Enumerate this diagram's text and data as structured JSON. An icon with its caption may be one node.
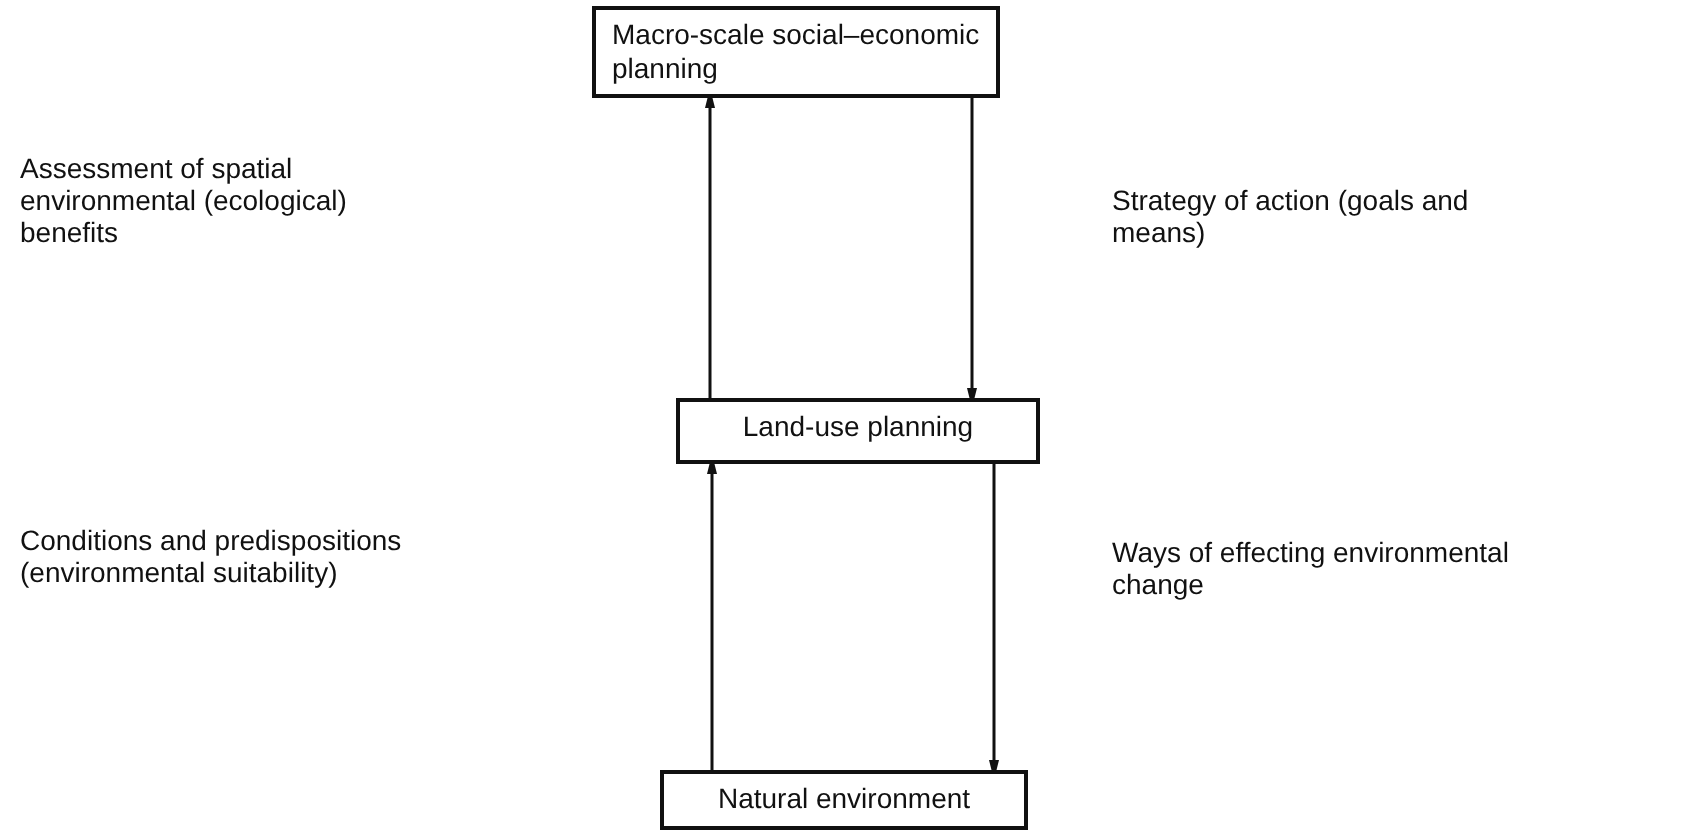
{
  "diagram": {
    "nodes": [
      {
        "text": [
          "Macro-scale social–economic planning"
        ]
      },
      {
        "text": [
          "Land-use planning"
        ]
      },
      {
        "text": [
          "Natural environment"
        ]
      }
    ],
    "edges": [
      {
        "from": 1,
        "to": 0,
        "arrow": "to"
      },
      {
        "from": 0,
        "to": 1,
        "arrow": "to"
      },
      {
        "from": 2,
        "to": 1,
        "arrow": "to"
      },
      {
        "from": 1,
        "to": 2,
        "arrow": "to"
      }
    ],
    "labels": [
      "Assessment of spatial environmental (ecological) benefits",
      "Strategy of action (goals and means)",
      "Conditions and predispositions (environmental suitability)",
      "Ways of effecting environmental change"
    ]
  }
}
